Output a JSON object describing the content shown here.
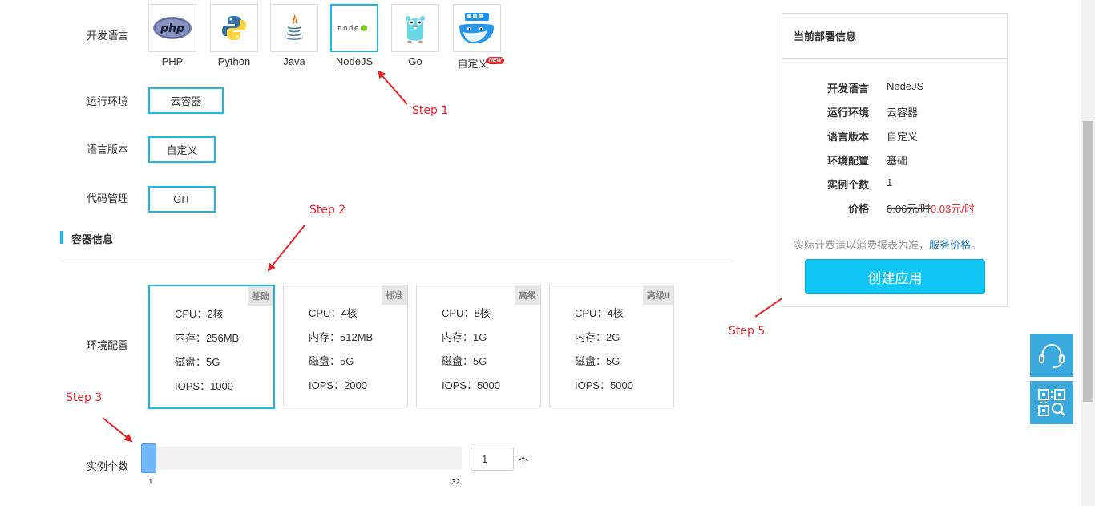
{
  "form": {
    "dev_language_label": "开发语言",
    "runtime_label": "运行环境",
    "version_label": "语言版本",
    "code_mgmt_label": "代码管理",
    "env_config_label": "环境配置",
    "instance_label": "实例个数",
    "languages": [
      {
        "name": "PHP",
        "icon": "php-icon"
      },
      {
        "name": "Python",
        "icon": "python-icon"
      },
      {
        "name": "Java",
        "icon": "java-icon"
      },
      {
        "name": "NodeJS",
        "icon": "nodejs-icon",
        "selected": true
      },
      {
        "name": "Go",
        "icon": "go-gopher-icon"
      },
      {
        "name": "自定义",
        "icon": "docker-whale-icon",
        "badge": "NEW"
      }
    ],
    "runtime_value": "云容器",
    "version_value": "自定义",
    "code_mgmt_value": "GIT"
  },
  "container": {
    "section_title": "容器信息",
    "cards": [
      {
        "tag": "基础",
        "cpu": "CPU：2核",
        "mem": "内存：256MB",
        "disk": "磁盘：5G",
        "iops": "IOPS：1000",
        "selected": true
      },
      {
        "tag": "标准",
        "cpu": "CPU：4核",
        "mem": "内存：512MB",
        "disk": "磁盘：5G",
        "iops": "IOPS：2000"
      },
      {
        "tag": "高级",
        "cpu": "CPU：8核",
        "mem": "内存：1G",
        "disk": "磁盘：5G",
        "iops": "IOPS：5000"
      },
      {
        "tag": "高级II",
        "cpu": "CPU：4核",
        "mem": "内存：2G",
        "disk": "磁盘：5G",
        "iops": "IOPS：5000"
      }
    ]
  },
  "instances": {
    "min_label": "1",
    "max_label": "32",
    "value": "1",
    "unit": "个",
    "slider_level": 1
  },
  "steps": {
    "step1": "Step 1",
    "step2": "Step 2",
    "step3": "Step 3",
    "step5": "Step 5"
  },
  "summary": {
    "title": "当前部署信息",
    "rows": [
      {
        "k": "开发语言",
        "v": "NodeJS"
      },
      {
        "k": "运行环境",
        "v": "云容器"
      },
      {
        "k": "语言版本",
        "v": "自定义"
      },
      {
        "k": "环境配置",
        "v": "基础"
      },
      {
        "k": "实例个数",
        "v": "1"
      }
    ],
    "price_label": "价格",
    "old_price": "0.06元/时",
    "new_price": "0.03元/时",
    "note_text": "实际计费请以消费报表为准，",
    "note_link": "服务价格",
    "note_end": "。",
    "create_button": "创建应用"
  },
  "float_buttons": [
    {
      "icon": "headset-icon"
    },
    {
      "icon": "qrcode-icon"
    }
  ],
  "colors": {
    "accent": "#1fb5e8",
    "button": "#0fc6f5",
    "price_red": "#e8232a",
    "float_bg": "#3aa9de"
  }
}
